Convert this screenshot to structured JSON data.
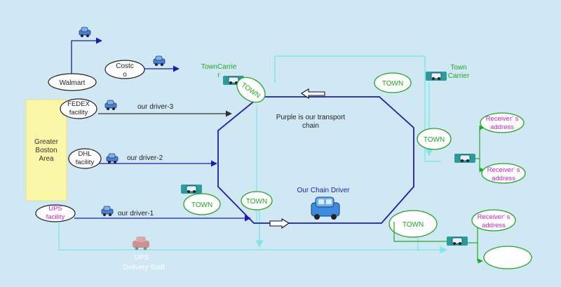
{
  "diagram": {
    "region_label_lines": [
      "Greater",
      "Boston",
      "Area"
    ],
    "sources": {
      "walmart": "Walmart",
      "costco_lines": [
        "Costc",
        "o"
      ],
      "fedex_lines": [
        "FEDEX",
        "facility"
      ],
      "dhl_lines": [
        "DHL",
        "facility"
      ],
      "ups_lines": [
        "UPS",
        "facility"
      ]
    },
    "driver_labels": {
      "driver3": "our driver-3",
      "driver2": "our driver-2",
      "driver1": "our driver-1"
    },
    "ups_delivery_lines": [
      "UPS",
      "Delivery Staff"
    ],
    "chain": {
      "note_lines": [
        "Purple is our transport",
        "chain"
      ],
      "driver_label": "Our Chain Driver"
    },
    "town_carrier_left_lines": [
      "TownCarrie",
      "r"
    ],
    "town_carrier_right_lines": [
      "Town",
      "Carrier"
    ],
    "town_label": "TOWN",
    "receivers": {
      "r1_lines": [
        "Receiver' s",
        "address"
      ],
      "r2_lines": [
        "Receiver' s",
        "address"
      ],
      "r3_lines": [
        "Receiver' s",
        "address"
      ],
      "r4_lines": [
        "",
        ""
      ]
    },
    "colors": {
      "background": "#cfe8f4",
      "chain_line": "#1c1cb4",
      "driver_arrows": "#1c1cb4",
      "dark_arrow": "#333333",
      "cyan_lines": "#7fe6ea",
      "green": "#22a822",
      "magenta": "#d11fd1",
      "region_fill": "#fbf7a8"
    }
  }
}
